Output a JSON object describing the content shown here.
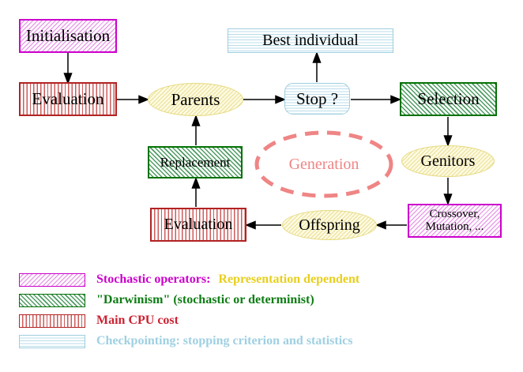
{
  "diagram": {
    "nodes": {
      "initialisation": "Initialisation",
      "evaluation_top": "Evaluation",
      "best_individual": "Best individual",
      "parents": "Parents",
      "stop": "Stop ?",
      "selection": "Selection",
      "replacement": "Replacement",
      "generation": "Generation",
      "genitors": "Genitors",
      "crossover_line1": "Crossover,",
      "crossover_line2": "Mutation, ...",
      "offspring": "Offspring",
      "evaluation_bottom": "Evaluation"
    },
    "edges": [
      {
        "from": "initialisation",
        "to": "evaluation_top"
      },
      {
        "from": "evaluation_top",
        "to": "parents"
      },
      {
        "from": "parents",
        "to": "stop"
      },
      {
        "from": "stop",
        "to": "best_individual"
      },
      {
        "from": "stop",
        "to": "selection"
      },
      {
        "from": "selection",
        "to": "genitors"
      },
      {
        "from": "genitors",
        "to": "crossover_mutation"
      },
      {
        "from": "crossover_mutation",
        "to": "offspring"
      },
      {
        "from": "offspring",
        "to": "evaluation_bottom"
      },
      {
        "from": "evaluation_bottom",
        "to": "replacement"
      },
      {
        "from": "replacement",
        "to": "parents"
      }
    ],
    "legend": {
      "items": [
        {
          "swatch": "magenta-diagonal-hatch",
          "label": "Stochastic operators:",
          "label2": "Representation dependent"
        },
        {
          "swatch": "green-diagonal-hatch",
          "label": "\"Darwinism\" (stochastic or determinist)",
          "label2": ""
        },
        {
          "swatch": "red-vertical-stripes",
          "label": "Main CPU cost",
          "label2": ""
        },
        {
          "swatch": "blue-horizontal-stripes",
          "label": "Checkpointing: stopping criterion and statistics",
          "label2": ""
        }
      ]
    },
    "colors": {
      "magenta": "#cc00cc",
      "green": "#047204",
      "red": "#b22222",
      "light_blue": "#9fcede",
      "yellow_border": "#e5d97e",
      "yellow_text": "#e8cf1c",
      "salmon": "#ef8585",
      "arrow": "#000000"
    }
  }
}
